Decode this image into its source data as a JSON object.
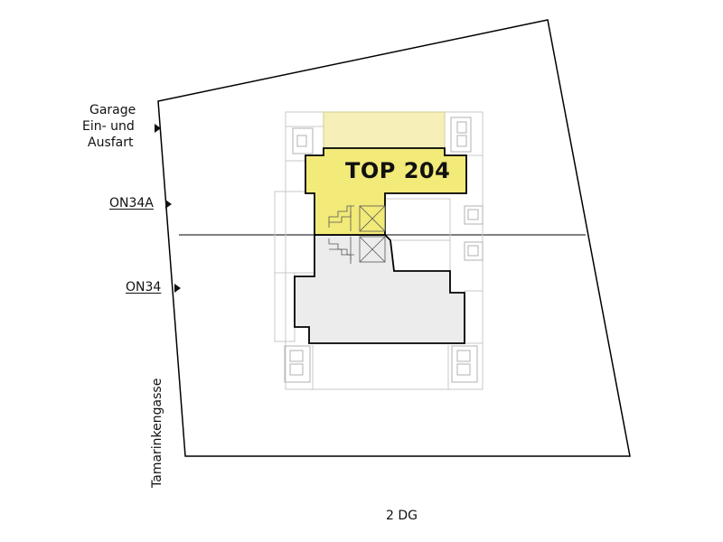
{
  "labels": {
    "garage_line1": "Garage",
    "garage_line2": "Ein- und",
    "garage_line3": "Ausfart",
    "entrance_a": "ON34A",
    "entrance_b": "ON34",
    "street": "Tamarinkengasse"
  },
  "unit": {
    "name": "TOP 204",
    "highlight_color": "#f2ea79"
  },
  "floor_label": "2 DG",
  "colors": {
    "other_units": "#ececec",
    "building_lines": "#c8c8c8",
    "outline": "#000000"
  }
}
